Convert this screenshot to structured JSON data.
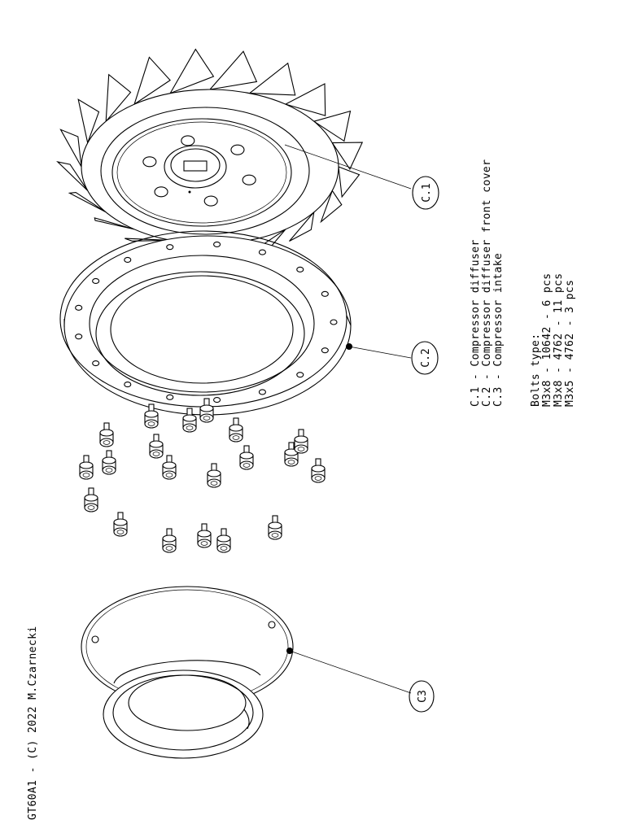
{
  "title_block": {
    "text": "GT60A1 - (C) 2022  M.Czarnecki"
  },
  "legend": {
    "lines": [
      "C.1 - Compressor diffuser",
      "C.2 - Compressor diffuser front cover",
      "C.3 - Compressor intake"
    ]
  },
  "bolts": {
    "heading": "Bolts type:",
    "lines": [
      "M3x8 - 10642 - 6 pcs",
      "M3x8 - 4762 - 11 pcs",
      "M3x5 - 4762 - 3 pcs"
    ]
  },
  "callouts": {
    "c1": "C.1",
    "c2": "C.2",
    "c3": "C3"
  }
}
